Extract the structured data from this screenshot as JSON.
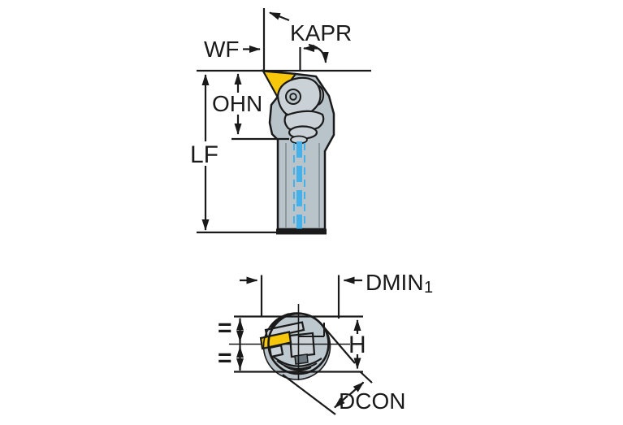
{
  "figure": {
    "background": "#ffffff",
    "views": {
      "side_view": {
        "labels": {
          "wf": "WF",
          "kapr": "KAPR",
          "ohn": "OHN",
          "lf": "LF"
        }
      },
      "end_view": {
        "labels": {
          "dmin": "DMIN",
          "dmin_sub": "1",
          "h": "H",
          "dcon": "DCON",
          "equal_upper": "=",
          "equal_lower": "="
        }
      }
    },
    "colors": {
      "line": "#1a1a1a",
      "body_gray": "#b8c3ca",
      "body_light_gray": "#cad2d8",
      "face_gray": "#bec9cf",
      "insert_yellow": "#f6c70b",
      "coolant_blue": "#46b1e9"
    }
  }
}
